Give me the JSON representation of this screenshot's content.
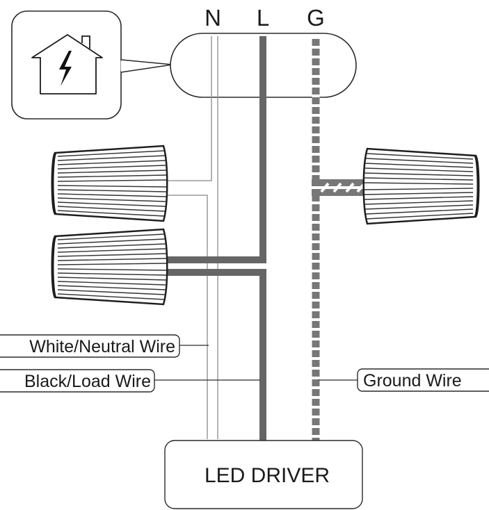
{
  "terminals": {
    "neutral": "N",
    "live": "L",
    "ground": "G"
  },
  "labels": {
    "neutral_wire": "White/Neutral Wire",
    "load_wire": "Black/Load Wire",
    "ground_wire": "Ground Wire"
  },
  "driver": {
    "label": "LED DRIVER"
  },
  "icons": {
    "power_source": "house-lightning-icon",
    "wire_nut": "wire-nut-icon"
  },
  "colors": {
    "line": "#222222",
    "live_wire": "#666666",
    "ground_wire": "#777777",
    "neutral_wire": "#9a9a9a"
  }
}
